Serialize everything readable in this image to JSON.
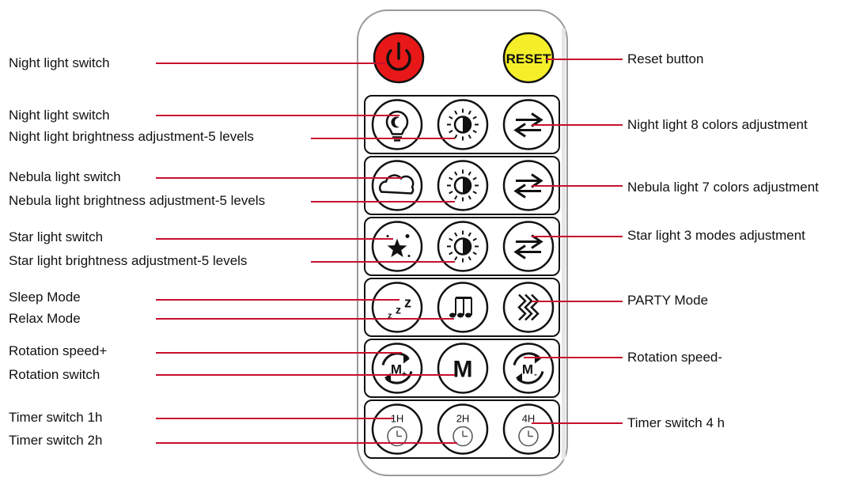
{
  "colors": {
    "leader_line": "#c8102e",
    "power_button": "#e81818",
    "reset_button": "#f5ef2a",
    "remote_outline": "#9a9a9a",
    "button_outline": "#111111"
  },
  "remote": {
    "reset_label": "RESET",
    "rows": [
      {
        "buttons": [
          "bulb-moon-icon",
          "brightness-icon",
          "arrows-swap-icon"
        ]
      },
      {
        "buttons": [
          "cloud-icon",
          "brightness-icon",
          "arrows-swap-icon"
        ]
      },
      {
        "buttons": [
          "shooting-star-icon",
          "brightness-icon",
          "arrows-swap-icon"
        ]
      },
      {
        "buttons": [
          "sleep-zzz-icon",
          "music-notes-icon",
          "party-waves-icon"
        ]
      },
      {
        "buttons": [
          "rotate-plus-icon",
          "m-icon",
          "rotate-minus-icon"
        ]
      },
      {
        "buttons": [
          "timer-1h-icon",
          "timer-2h-icon",
          "timer-4h-icon"
        ]
      }
    ],
    "timer_labels": [
      "1H",
      "2H",
      "4H"
    ],
    "m_label": "M"
  },
  "labels": {
    "left": [
      "Night light switch",
      "Night light switch",
      "Night light brightness adjustment-5 levels",
      "Nebula light switch",
      "Nebula light brightness adjustment-5 levels",
      "Star light switch",
      "Star light brightness adjustment-5 levels",
      "Sleep Mode",
      "Relax Mode",
      "Rotation speed+",
      "Rotation switch",
      "Timer switch 1h",
      "Timer switch 2h"
    ],
    "right": [
      "Reset button",
      "Night light 8 colors adjustment",
      "Nebula light 7 colors adjustment",
      "Star light 3 modes adjustment",
      "PARTY Mode",
      "Rotation speed-",
      "Timer switch 4 h"
    ]
  }
}
